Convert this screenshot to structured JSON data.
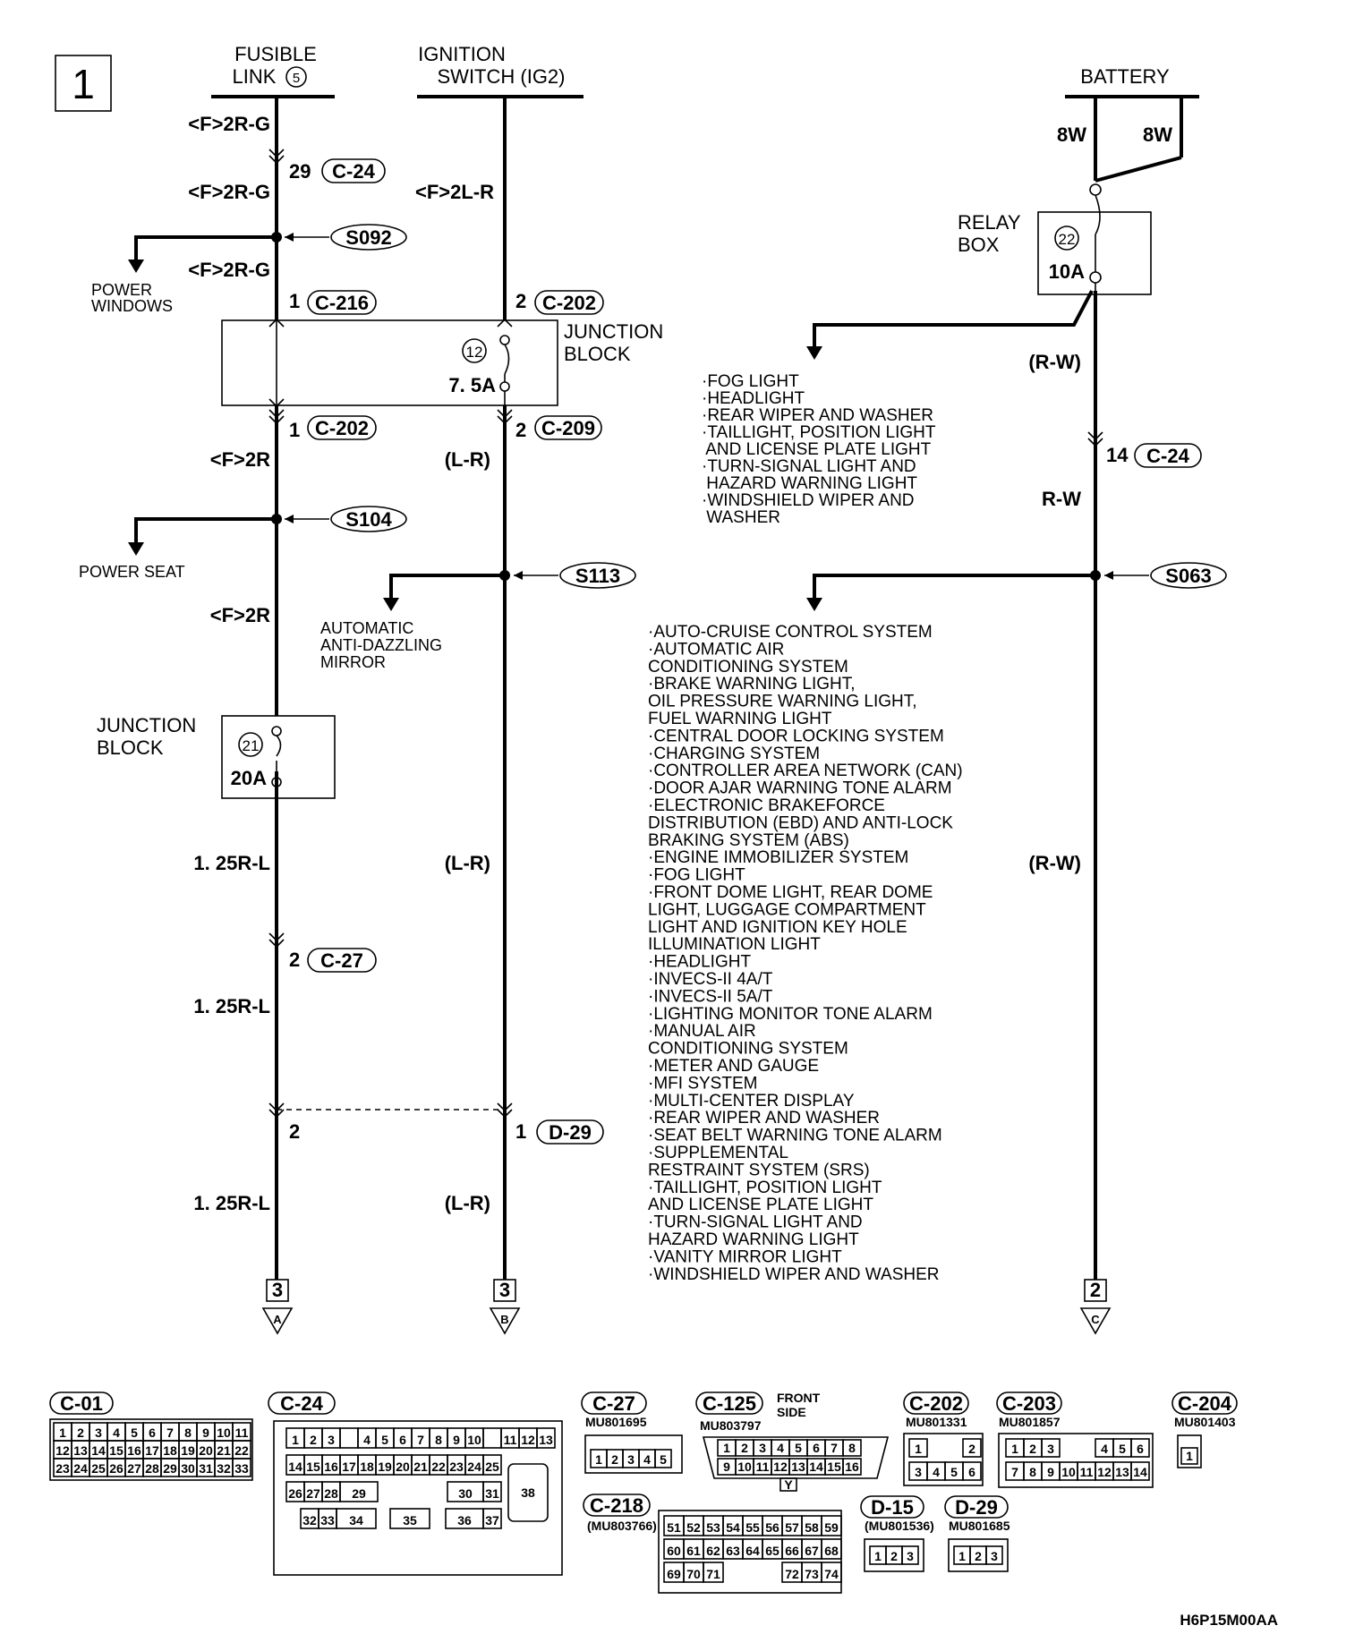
{
  "page": {
    "number": "1",
    "code": "H6P15M00AA"
  },
  "sources": {
    "fusible_link": [
      "FUSIBLE",
      "LINK"
    ],
    "fusible_link_no": "5",
    "ignition_switch": [
      "IGNITION",
      "SWITCH (IG2)"
    ],
    "battery": "BATTERY"
  },
  "wire_labels": {
    "f2rg_1": "<F>2R-G",
    "f2rg_2": "<F>2R-G",
    "f2rg_3": "<F>2R-G",
    "f2lr": "<F>2L-R",
    "f2r_1": "<F>2R",
    "f2r_2": "<F>2R",
    "lr_1": "(L-R)",
    "lr_2": "(L-R)",
    "lr_3": "(L-R)",
    "r125_1": "1. 25R-L",
    "r125_2": "1. 25R-L",
    "r125_3": "1. 25R-L",
    "w8_1": "8W",
    "w8_2": "8W",
    "rw_1": "(R-W)",
    "rw_2": "R-W",
    "rw_3": "(R-W)"
  },
  "connectors_inline": {
    "c24_a_pin": "29",
    "c24_a": "C-24",
    "c216_pin": "1",
    "c216": "C-216",
    "c202_a_pin": "2",
    "c202_a": "C-202",
    "c202_b_pin": "1",
    "c202_b": "C-202",
    "c209_pin": "2",
    "c209": "C-209",
    "c27_pin": "2",
    "c27": "C-27",
    "d29_pin_left": "2",
    "d29_pin": "1",
    "d29": "D-29",
    "c24_b_pin": "14",
    "c24_b": "C-24"
  },
  "splices": {
    "s092": "S092",
    "s104": "S104",
    "s113": "S113",
    "s063": "S063"
  },
  "junction_blocks": {
    "jb_top": [
      "JUNCTION",
      "BLOCK"
    ],
    "jb_top_fuse_no": "12",
    "jb_top_fuse": "7. 5A",
    "jb_bottom": [
      "JUNCTION",
      "BLOCK"
    ],
    "jb_bottom_fuse_no": "21",
    "jb_bottom_fuse": "20A",
    "relay_box": [
      "RELAY",
      "BOX"
    ],
    "relay_fuse_no": "22",
    "relay_fuse": "10A"
  },
  "branches": {
    "power_windows": [
      "POWER",
      "WINDOWS"
    ],
    "power_seat": "POWER SEAT",
    "mirror": [
      "AUTOMATIC",
      "ANTI-DAZZLING",
      "MIRROR"
    ],
    "relay_branch": [
      "·FOG LIGHT",
      "·HEADLIGHT",
      "·REAR WIPER AND WASHER",
      "·TAILLIGHT, POSITION LIGHT",
      " AND LICENSE PLATE LIGHT",
      "·TURN-SIGNAL LIGHT AND",
      " HAZARD WARNING LIGHT",
      "·WINDSHIELD WIPER AND",
      " WASHER"
    ],
    "s063_branch": [
      "·AUTO-CRUISE CONTROL SYSTEM",
      "·AUTOMATIC AIR",
      " CONDITIONING SYSTEM",
      "·BRAKE WARNING LIGHT,",
      " OIL PRESSURE WARNING LIGHT,",
      " FUEL WARNING LIGHT",
      "·CENTRAL DOOR LOCKING SYSTEM",
      "·CHARGING SYSTEM",
      "·CONTROLLER AREA NETWORK (CAN)",
      "·DOOR AJAR WARNING TONE ALARM",
      "·ELECTRONIC BRAKEFORCE",
      " DISTRIBUTION (EBD) AND ANTI-LOCK",
      " BRAKING SYSTEM (ABS)",
      "·ENGINE IMMOBILIZER SYSTEM",
      "·FOG LIGHT",
      "·FRONT DOME LIGHT, REAR DOME",
      " LIGHT, LUGGAGE COMPARTMENT",
      " LIGHT AND IGNITION KEY HOLE",
      " ILLUMINATION LIGHT",
      "·HEADLIGHT",
      "·INVECS-II 4A/T",
      "·INVECS-II 5A/T",
      "·LIGHTING MONITOR TONE ALARM",
      "·MANUAL AIR",
      " CONDITIONING SYSTEM",
      "·METER AND GAUGE",
      "·MFI SYSTEM",
      "·MULTI-CENTER DISPLAY",
      "·REAR WIPER AND WASHER",
      "·SEAT BELT WARNING TONE ALARM",
      "·SUPPLEMENTAL",
      " RESTRAINT SYSTEM (SRS)",
      "·TAILLIGHT, POSITION LIGHT",
      " AND LICENSE PLATE LIGHT",
      "·TURN-SIGNAL LIGHT AND",
      " HAZARD WARNING LIGHT",
      "·VANITY MIRROR LIGHT",
      "·WINDSHIELD WIPER AND WASHER"
    ]
  },
  "terminals": [
    {
      "page": "3",
      "letter": "A"
    },
    {
      "page": "3",
      "letter": "B"
    },
    {
      "page": "2",
      "letter": "C"
    }
  ],
  "connector_views": {
    "c01": {
      "name": "C-01",
      "rows": [
        [
          "1",
          "2",
          "3",
          "4",
          "5",
          "6",
          "7",
          "8",
          "9",
          "10",
          "11"
        ],
        [
          "12",
          "13",
          "14",
          "15",
          "16",
          "17",
          "18",
          "19",
          "20",
          "21",
          "22"
        ],
        [
          "23",
          "24",
          "25",
          "26",
          "27",
          "28",
          "29",
          "30",
          "31",
          "32",
          "33"
        ]
      ]
    },
    "c24": {
      "name": "C-24",
      "row1": [
        "1",
        "2",
        "3",
        "",
        "4",
        "5",
        "6",
        "7",
        "8",
        "9",
        "10",
        "",
        "11",
        "12",
        "13"
      ],
      "row2": [
        "14",
        "15",
        "16",
        "17",
        "18",
        "19",
        "20",
        "21",
        "22",
        "23",
        "24",
        "25"
      ],
      "row3": [
        "26",
        "27",
        "28",
        "29",
        "30",
        "31"
      ],
      "row4": [
        "32",
        "33",
        "34",
        "35",
        "36",
        "37"
      ],
      "big": "38"
    },
    "c27": {
      "name": "C-27",
      "part": "MU801695",
      "pins": [
        "1",
        "2",
        "3",
        "4",
        "5"
      ]
    },
    "c125": {
      "name": "C-125",
      "note": [
        "FRONT",
        "SIDE"
      ],
      "part": "MU803797",
      "row1": [
        "1",
        "2",
        "3",
        "4",
        "5",
        "6",
        "7",
        "8"
      ],
      "row2": [
        "9",
        "10",
        "11",
        "12",
        "13",
        "14",
        "15",
        "16"
      ],
      "key": "Y"
    },
    "c202": {
      "name": "C-202",
      "part": "MU801331",
      "row1": [
        "1",
        "2"
      ],
      "row2": [
        "3",
        "4",
        "5",
        "6"
      ]
    },
    "c203": {
      "name": "C-203",
      "part": "MU801857",
      "row1": [
        "1",
        "2",
        "3",
        "4",
        "5",
        "6"
      ],
      "row2": [
        "7",
        "8",
        "9",
        "10",
        "11",
        "12",
        "13",
        "14"
      ]
    },
    "c204": {
      "name": "C-204",
      "part": "MU801403",
      "pins": [
        "1"
      ]
    },
    "c218": {
      "name": "C-218",
      "part": "(MU803766)",
      "row1": [
        "51",
        "52",
        "53",
        "54",
        "55",
        "56",
        "57",
        "58",
        "59"
      ],
      "row2": [
        "60",
        "61",
        "62",
        "63",
        "64",
        "65",
        "66",
        "67",
        "68"
      ],
      "row3": [
        "69",
        "70",
        "71",
        "72",
        "73",
        "74"
      ]
    },
    "d15": {
      "name": "D-15",
      "part": "(MU801536)",
      "pins": [
        "1",
        "2",
        "3"
      ]
    },
    "d29v": {
      "name": "D-29",
      "part": "MU801685",
      "pins": [
        "1",
        "2",
        "3"
      ]
    }
  }
}
